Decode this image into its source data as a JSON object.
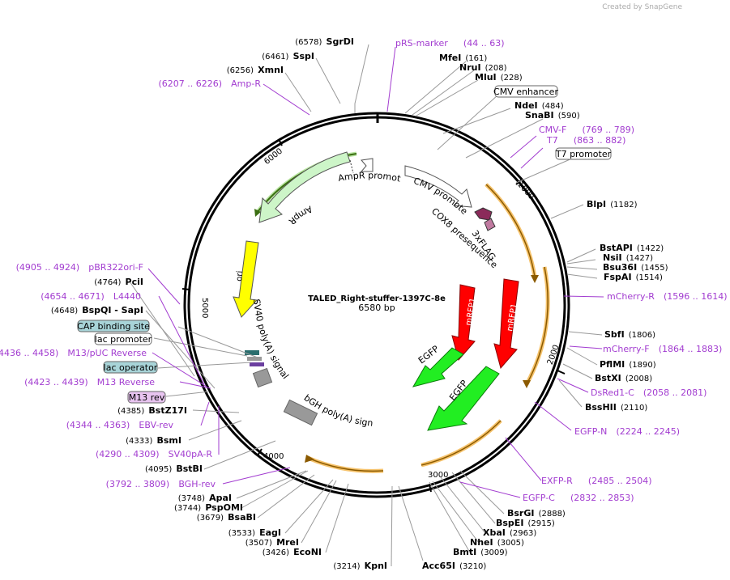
{
  "watermark": "Created by SnapGene",
  "plasmid": {
    "name": "TALED_Right-stuffer-1397C-8e",
    "length_label": "6580 bp"
  },
  "ticks": [
    "1000",
    "2000",
    "3000",
    "4000",
    "5000",
    "6000"
  ],
  "colors": {
    "primer": "#a23cd0",
    "orf_glow": "#f5c26b",
    "amp_green": "#4a7f1f",
    "mrfp": "#e01010",
    "egfp": "#18e018"
  },
  "labels": [
    {
      "pos": "(6578)",
      "name": "SgrDI"
    },
    {
      "pos": "(6461)",
      "name": "SspI"
    },
    {
      "pos": "(6256)",
      "name": "XmnI"
    },
    {
      "pos": "(161)",
      "name": "MfeI"
    },
    {
      "pos": "(208)",
      "name": "NruI"
    },
    {
      "pos": "(228)",
      "name": "MluI"
    },
    {
      "pos": "(484)",
      "name": "NdeI"
    },
    {
      "pos": "(590)",
      "name": "SnaBI"
    },
    {
      "pos": "(1182)",
      "name": "BlpI"
    },
    {
      "pos": "(1422)",
      "name": "BstAPI"
    },
    {
      "pos": "(1427)",
      "name": "NsiI"
    },
    {
      "pos": "(1455)",
      "name": "Bsu36I"
    },
    {
      "pos": "(1514)",
      "name": "FspAI"
    },
    {
      "pos": "(1806)",
      "name": "SbfI"
    },
    {
      "pos": "(1890)",
      "name": "PflMI"
    },
    {
      "pos": "(2008)",
      "name": "BstXI"
    },
    {
      "pos": "(2110)",
      "name": "BssHII"
    },
    {
      "pos": "(2888)",
      "name": "BsrGI"
    },
    {
      "pos": "(2915)",
      "name": "BspEI"
    },
    {
      "pos": "(2963)",
      "name": "XbaI"
    },
    {
      "pos": "(3005)",
      "name": "NheI"
    },
    {
      "pos": "(3009)",
      "name": "BmtI"
    },
    {
      "pos": "(3210)",
      "name": "Acc65I"
    },
    {
      "pos": "(3214)",
      "name": "KpnI"
    },
    {
      "pos": "(3426)",
      "name": "EcoNI"
    },
    {
      "pos": "(3507)",
      "name": "MreI"
    },
    {
      "pos": "(3533)",
      "name": "EagI"
    },
    {
      "pos": "(3679)",
      "name": "BsaBI"
    },
    {
      "pos": "(3744)",
      "name": "PspOMI"
    },
    {
      "pos": "(3748)",
      "name": "ApaI"
    },
    {
      "pos": "(4095)",
      "name": "BstBI"
    },
    {
      "pos": "(4333)",
      "name": "BsmI"
    },
    {
      "pos": "(4385)",
      "name": "BstZ17I"
    },
    {
      "pos": "(4648)",
      "name": "BspQI - SapI"
    },
    {
      "pos": "(4764)",
      "name": "PciI"
    }
  ],
  "primers": [
    {
      "name": "pRS-marker",
      "range": "(44 .. 63)"
    },
    {
      "name": "Amp-R",
      "range": "(6207 .. 6226)"
    },
    {
      "name": "CMV-F",
      "range": "(769 .. 789)"
    },
    {
      "name": "T7",
      "range": "(863 .. 882)"
    },
    {
      "name": "mCherry-R",
      "range": "(1596 .. 1614)"
    },
    {
      "name": "mCherry-F",
      "range": "(1864 .. 1883)"
    },
    {
      "name": "DsRed1-C",
      "range": "(2058 .. 2081)"
    },
    {
      "name": "EGFP-N",
      "range": "(2224 .. 2245)"
    },
    {
      "name": "EXFP-R",
      "range": "(2485 .. 2504)"
    },
    {
      "name": "EGFP-C",
      "range": "(2832 .. 2853)"
    },
    {
      "name": "BGH-rev",
      "range": "(3792 .. 3809)"
    },
    {
      "name": "SV40pA-R",
      "range": "(4290 .. 4309)"
    },
    {
      "name": "EBV-rev",
      "range": "(4344 .. 4363)"
    },
    {
      "name": "M13 Reverse",
      "range": "(4423 .. 4439)"
    },
    {
      "name": "M13/pUC Reverse",
      "range": "(4436 .. 4458)"
    },
    {
      "name": "L4440",
      "range": "(4654 .. 4671)"
    },
    {
      "name": "pBR322ori-F",
      "range": "(4905 .. 4924)"
    }
  ],
  "boxed": [
    "CMV enhancer",
    "T7 promoter",
    "CAP binding site",
    "lac promoter",
    "lac operator",
    "M13 rev"
  ],
  "features": {
    "ampr": "AmpR",
    "ampr_promoter": "AmpR promoter",
    "ori": "ori",
    "cmv_promoter": "CMV promoter",
    "cox8": "COX8 presequence",
    "flag": "3xFLAG",
    "mrfp1_a": "mRFP1",
    "mrfp1_b": "mRFP1",
    "egfp_a": "EGFP",
    "egfp_b": "EGFP",
    "sv40": "SV40 poly(A) signal",
    "bgh": "bGH poly(A) signal"
  }
}
